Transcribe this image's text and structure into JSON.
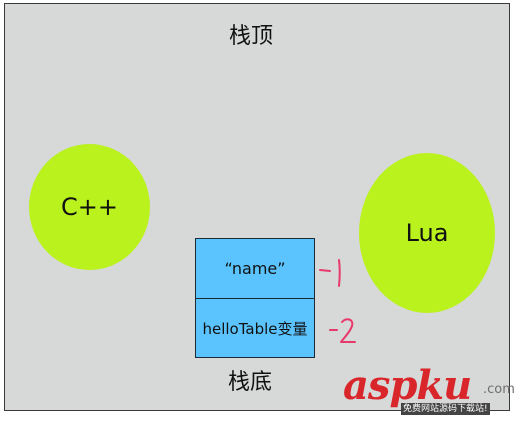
{
  "diagram": {
    "stack_top_label": "栈顶",
    "stack_bottom_label": "栈底",
    "cpp_label": "C++",
    "lua_label": "Lua",
    "stack_cells": [
      {
        "label": "“name”",
        "index_mark": "-1"
      },
      {
        "label": "helloTable变量",
        "index_mark": "-2"
      }
    ]
  },
  "watermark": {
    "brand": "aspku",
    "suffix": ".com",
    "subtitle": "免费网站源码下载站!"
  },
  "colors": {
    "background": "#d7d8d8",
    "ellipse_fill": "#baf21d",
    "stack_cell_fill": "#5bc4ff",
    "index_mark": "#e8396b",
    "watermark_red": "#d8262b"
  }
}
